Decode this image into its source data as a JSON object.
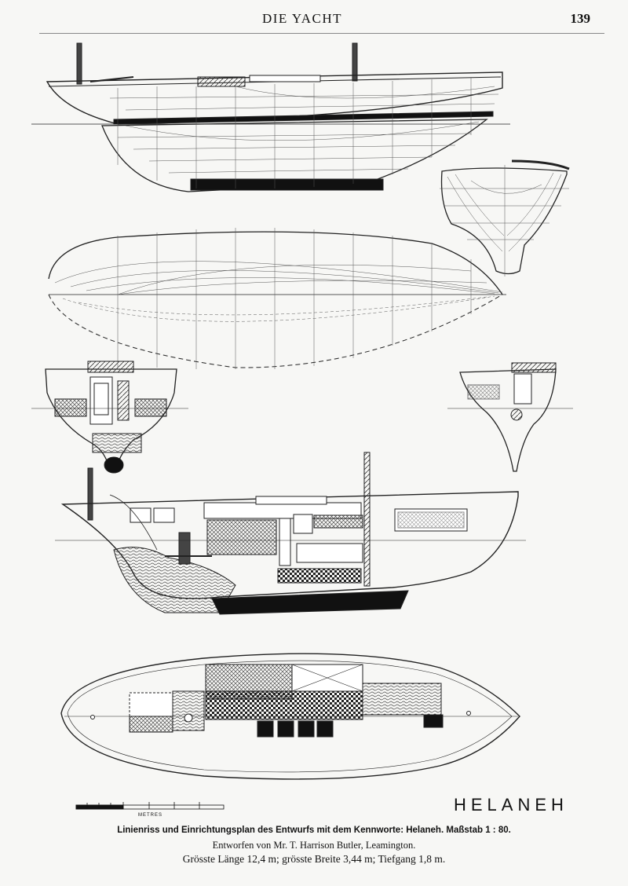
{
  "header": {
    "title": "DIE YACHT",
    "page_number": "139"
  },
  "plate": {
    "boat_name": "HELANEH",
    "scale_bar_label": "METRES",
    "caption_line1": "Linienriss und Einrichtungsplan des Entwurfs mit dem Kennworte: Helaneh.",
    "caption_scale": "Maßstab 1 : 80.",
    "caption_line2": "Entworfen von Mr. T. Harrison Butler, Leamington.",
    "caption_line3": "Grösste Länge 12,4 m; grösste Breite 3,44 m; Tiefgang 1,8 m."
  }
}
